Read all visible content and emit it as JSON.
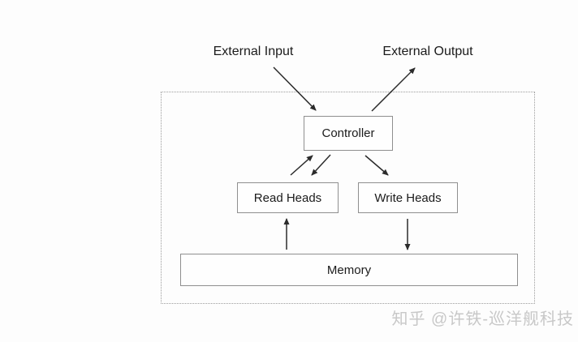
{
  "diagram": {
    "externals": {
      "input": {
        "label": "External Input"
      },
      "output": {
        "label": "External Output"
      }
    },
    "nodes": {
      "controller": {
        "label": "Controller"
      },
      "read_heads": {
        "label": "Read Heads"
      },
      "write_heads": {
        "label": "Write Heads"
      },
      "memory": {
        "label": "Memory"
      }
    },
    "edges": [
      {
        "from": "external-input",
        "to": "controller"
      },
      {
        "from": "controller",
        "to": "external-output"
      },
      {
        "from": "read-heads",
        "to": "controller"
      },
      {
        "from": "controller",
        "to": "read-heads"
      },
      {
        "from": "controller",
        "to": "write-heads"
      },
      {
        "from": "memory",
        "to": "read-heads"
      },
      {
        "from": "write-heads",
        "to": "memory"
      }
    ],
    "colors": {
      "background": "#fdfdfd",
      "box_border": "#8f8f8f",
      "frame_border": "#9c9c9c",
      "arrow": "#2b2b2b",
      "text": "#1b1b1b",
      "watermark": "#c8c8c8"
    }
  },
  "watermark": {
    "text": "知乎 @许铁-巡洋舰科技"
  }
}
